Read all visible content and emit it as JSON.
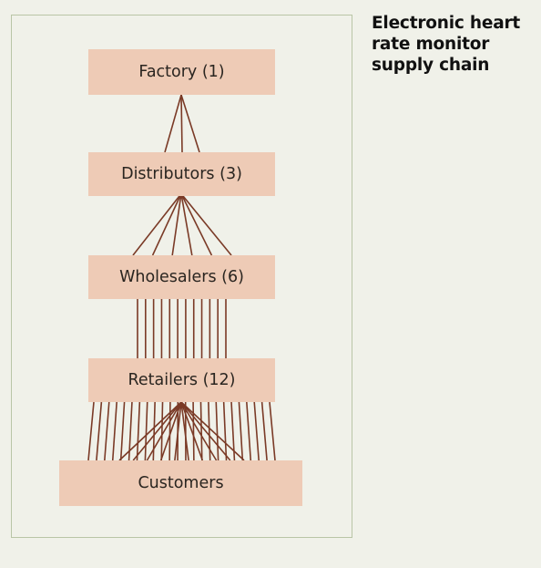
{
  "title": {
    "line1": "Electronic heart",
    "line2": "rate monitor",
    "line3": "supply chain"
  },
  "tiers": [
    {
      "id": "factory",
      "label": "Factory (1)",
      "count": 1
    },
    {
      "id": "distributors",
      "label": "Distributors (3)",
      "count": 3
    },
    {
      "id": "wholesalers",
      "label": "Wholesalers (6)",
      "count": 6
    },
    {
      "id": "retailers",
      "label": "Retailers (12)",
      "count": 12
    },
    {
      "id": "customers",
      "label": "Customers"
    }
  ],
  "colors": {
    "background": "#f0f1e9",
    "frame_border": "#b9c5a6",
    "box_fill": "#eecbb6",
    "connector": "#7a3a26",
    "title_text": "#111111"
  }
}
